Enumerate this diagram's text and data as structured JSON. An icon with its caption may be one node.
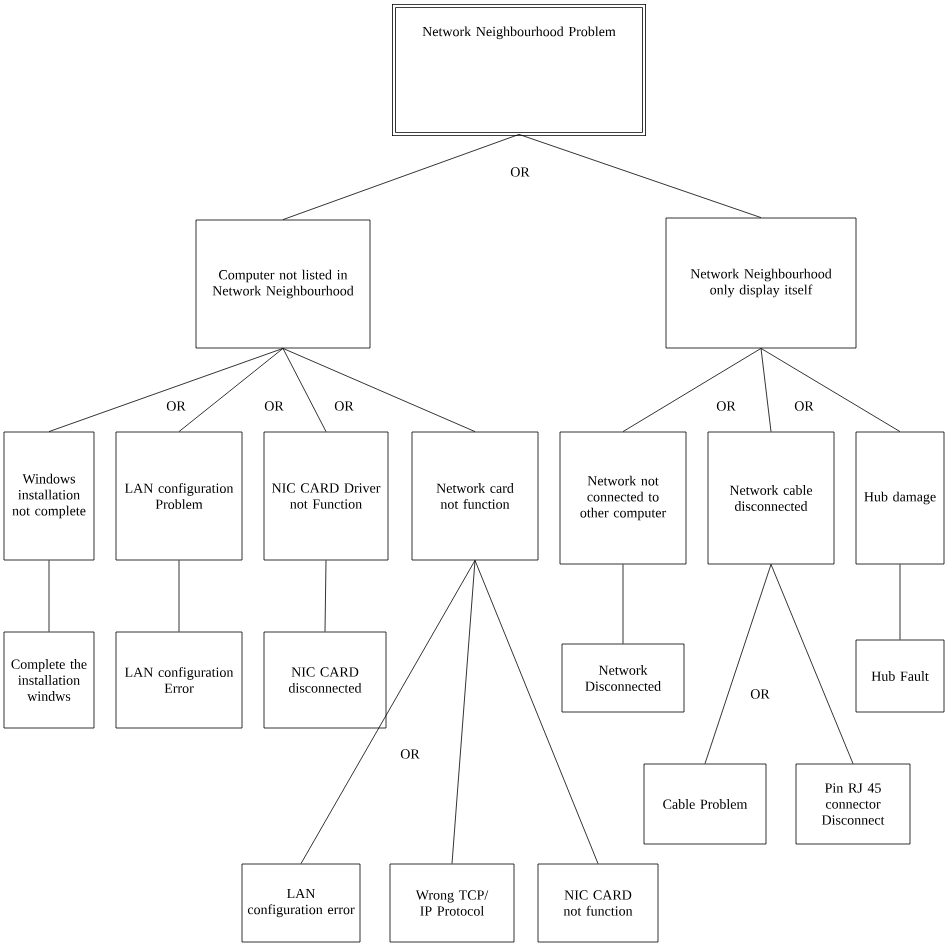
{
  "diagram": {
    "nodes": [
      {
        "text": [
          "Network Neighbourhood Problem"
        ]
      },
      {
        "text": [
          "Computer not listed in Network Neighbourhood"
        ]
      },
      {
        "text": [
          "Network Neighbourhood only display itself"
        ]
      },
      {
        "text": [
          "Windows installation not complete"
        ]
      },
      {
        "text": [
          "LAN configuration Problem"
        ]
      },
      {
        "text": [
          "NIC CARD Driver not Function"
        ]
      },
      {
        "text": [
          "Network card not function"
        ]
      },
      {
        "text": [
          "Network not connected to other computer"
        ]
      },
      {
        "text": [
          "Network cable disconnected"
        ]
      },
      {
        "text": [
          "Hub damage"
        ]
      },
      {
        "text": [
          "Complete the installation windws"
        ]
      },
      {
        "text": [
          "LAN configuration Error"
        ]
      },
      {
        "text": [
          "NIC CARD disconnected"
        ]
      },
      {
        "text": [
          "Network Disconnected"
        ]
      },
      {
        "text": [
          "Hub Fault"
        ]
      },
      {
        "text": [
          "Cable Problem"
        ]
      },
      {
        "text": [
          "Pin RJ 45 connector Disconnect"
        ]
      },
      {
        "text": [
          "LAN configuration error"
        ]
      },
      {
        "text": [
          "Wrong TCP/ IP Protocol"
        ]
      },
      {
        "text": [
          "NIC CARD not function"
        ]
      }
    ],
    "edges": [
      {
        "from": 0,
        "to": 1,
        "arrow": "none"
      },
      {
        "from": 0,
        "to": 2,
        "arrow": "none"
      },
      {
        "from": 1,
        "to": 3,
        "arrow": "none"
      },
      {
        "from": 1,
        "to": 4,
        "arrow": "none"
      },
      {
        "from": 1,
        "to": 5,
        "arrow": "none"
      },
      {
        "from": 1,
        "to": 6,
        "arrow": "none"
      },
      {
        "from": 2,
        "to": 7,
        "arrow": "none"
      },
      {
        "from": 2,
        "to": 8,
        "arrow": "none"
      },
      {
        "from": 2,
        "to": 9,
        "arrow": "none"
      },
      {
        "from": 3,
        "to": 10,
        "arrow": "none"
      },
      {
        "from": 4,
        "to": 11,
        "arrow": "none"
      },
      {
        "from": 5,
        "to": 12,
        "arrow": "none"
      },
      {
        "from": 7,
        "to": 13,
        "arrow": "none"
      },
      {
        "from": 9,
        "to": 14,
        "arrow": "none"
      },
      {
        "from": 8,
        "to": 15,
        "arrow": "none"
      },
      {
        "from": 8,
        "to": 16,
        "arrow": "none"
      },
      {
        "from": 6,
        "to": 17,
        "arrow": "none"
      },
      {
        "from": 6,
        "to": 18,
        "arrow": "none"
      },
      {
        "from": 6,
        "to": 19,
        "arrow": "none"
      }
    ],
    "labels": [
      "OR",
      "OR",
      "OR",
      "OR",
      "OR",
      "OR",
      "OR",
      "OR"
    ]
  }
}
